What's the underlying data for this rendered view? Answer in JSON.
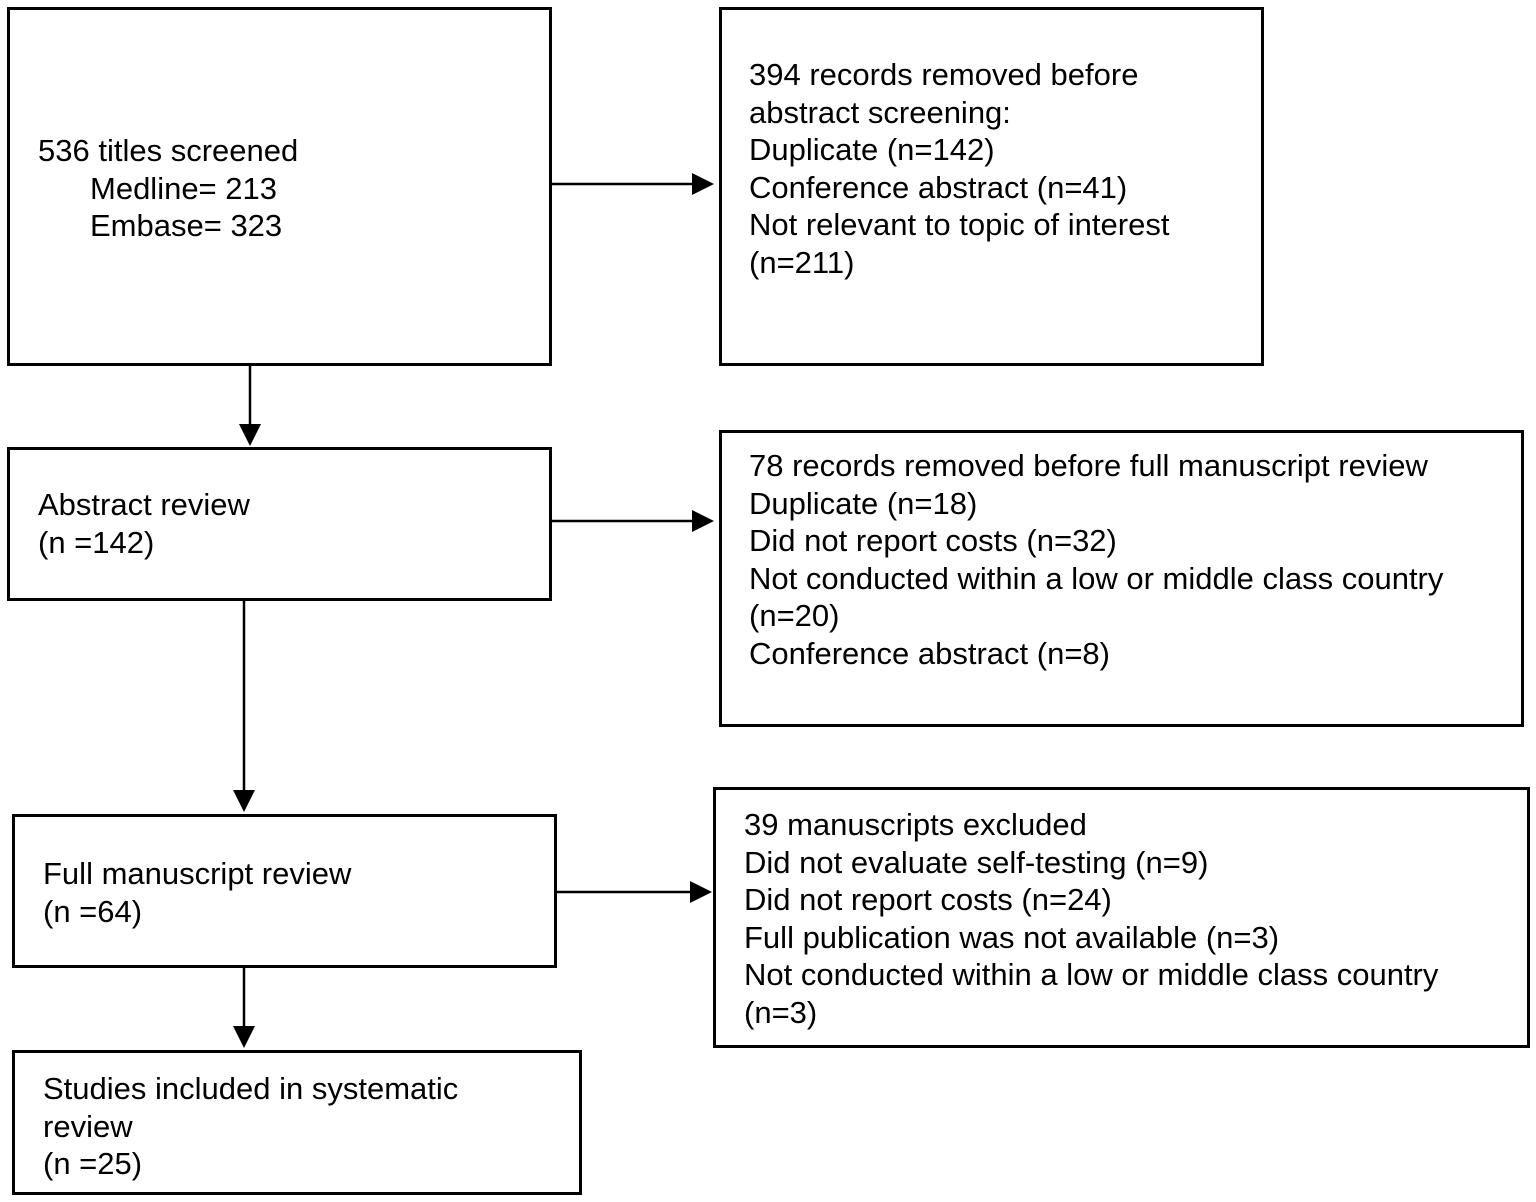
{
  "boxes": {
    "titles_screened": {
      "heading": "536 titles screened",
      "medline": "Medline= 213",
      "embase": "Embase= 323"
    },
    "removed_before_abstract": {
      "lines": [
        "394 records removed before",
        "abstract screening:",
        "Duplicate (n=142)",
        "Conference abstract (n=41)",
        "Not relevant to topic of interest",
        "(n=211)"
      ]
    },
    "abstract_review": {
      "lines": [
        "Abstract review",
        "(n =142)"
      ]
    },
    "removed_before_full": {
      "lines": [
        "78 records removed before full manuscript review",
        "Duplicate (n=18)",
        "Did not report costs (n=32)",
        "Not conducted within a low or middle class country",
        "(n=20)",
        "Conference abstract (n=8)"
      ]
    },
    "full_manuscript_review": {
      "lines": [
        "Full manuscript review",
        "(n =64)"
      ]
    },
    "manuscripts_excluded": {
      "lines": [
        "39 manuscripts excluded",
        "Did not evaluate self-testing (n=9)",
        "Did not report costs (n=24)",
        "Full publication was not available (n=3)",
        "Not conducted within a low or middle class country",
        "(n=3)"
      ]
    },
    "studies_included": {
      "lines": [
        "Studies included in systematic",
        "review",
        "(n =25)"
      ]
    }
  },
  "colors": {
    "stroke": "#000000",
    "background": "#ffffff",
    "text": "#000000"
  }
}
